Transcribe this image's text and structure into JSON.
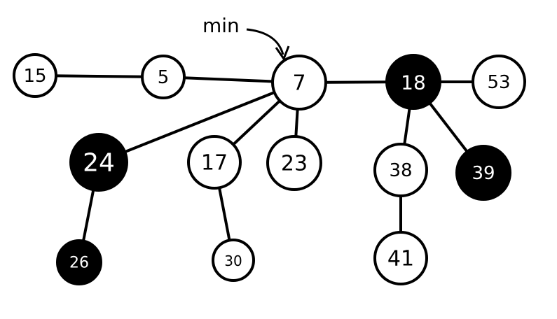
{
  "min_label": "min",
  "colors": {
    "black": "#000000",
    "white": "#ffffff"
  },
  "nodes": [
    {
      "id": "n15",
      "label": "15",
      "color": "white"
    },
    {
      "id": "n5",
      "label": "5",
      "color": "white"
    },
    {
      "id": "n7",
      "label": "7",
      "color": "white"
    },
    {
      "id": "n18",
      "label": "18",
      "color": "black"
    },
    {
      "id": "n53",
      "label": "53",
      "color": "white"
    },
    {
      "id": "n24",
      "label": "24",
      "color": "black"
    },
    {
      "id": "n17",
      "label": "17",
      "color": "white"
    },
    {
      "id": "n23",
      "label": "23",
      "color": "white"
    },
    {
      "id": "n38",
      "label": "38",
      "color": "white"
    },
    {
      "id": "n39",
      "label": "39",
      "color": "black"
    },
    {
      "id": "n26",
      "label": "26",
      "color": "black"
    },
    {
      "id": "n30",
      "label": "30",
      "color": "white"
    },
    {
      "id": "n41",
      "label": "41",
      "color": "white"
    }
  ],
  "edges": [
    [
      "n15",
      "n5"
    ],
    [
      "n5",
      "n7"
    ],
    [
      "n7",
      "n18"
    ],
    [
      "n18",
      "n53"
    ],
    [
      "n7",
      "n24"
    ],
    [
      "n7",
      "n17"
    ],
    [
      "n7",
      "n23"
    ],
    [
      "n18",
      "n38"
    ],
    [
      "n18",
      "n39"
    ],
    [
      "n24",
      "n26"
    ],
    [
      "n17",
      "n30"
    ],
    [
      "n38",
      "n41"
    ]
  ]
}
